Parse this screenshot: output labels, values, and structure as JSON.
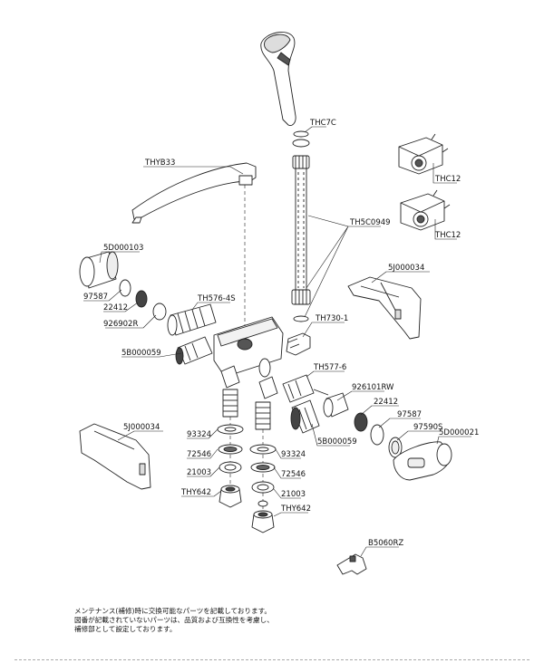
{
  "diagram": {
    "parts": {
      "THC7C": "THC7C",
      "THC12a": "THC12",
      "THC12b": "THC12",
      "THYB33": "THYB33",
      "TH5C0949": "TH5C0949",
      "5D000103": "5D000103",
      "5J000034a": "5J000034",
      "97587a": "97587",
      "22412a": "22412",
      "926902R": "926902R",
      "TH576_4S": "TH576-4S",
      "TH730_1": "TH730-1",
      "5B000059a": "5B000059",
      "TH577_6": "TH577-6",
      "926101RW": "926101RW",
      "22412b": "22412",
      "97587b": "97587",
      "97590S": "97590S",
      "5D000021": "5D000021",
      "5J000034b": "5J000034",
      "93324a": "93324",
      "72546a": "72546",
      "21003a": "21003",
      "THY642a": "THY642",
      "93324b": "93324",
      "72546b": "72546",
      "21003b": "21003",
      "THY642b": "THY642",
      "5B000059b": "5B000059",
      "B5060RZ": "B5060RZ"
    },
    "note": {
      "line1": "メンテナンス(補修)時に交換可能なパーツを記載しております。",
      "line2": "図番が記載されていないパーツは、品質および互換性を考慮し、",
      "line3": "補修部として設定しております。"
    }
  }
}
